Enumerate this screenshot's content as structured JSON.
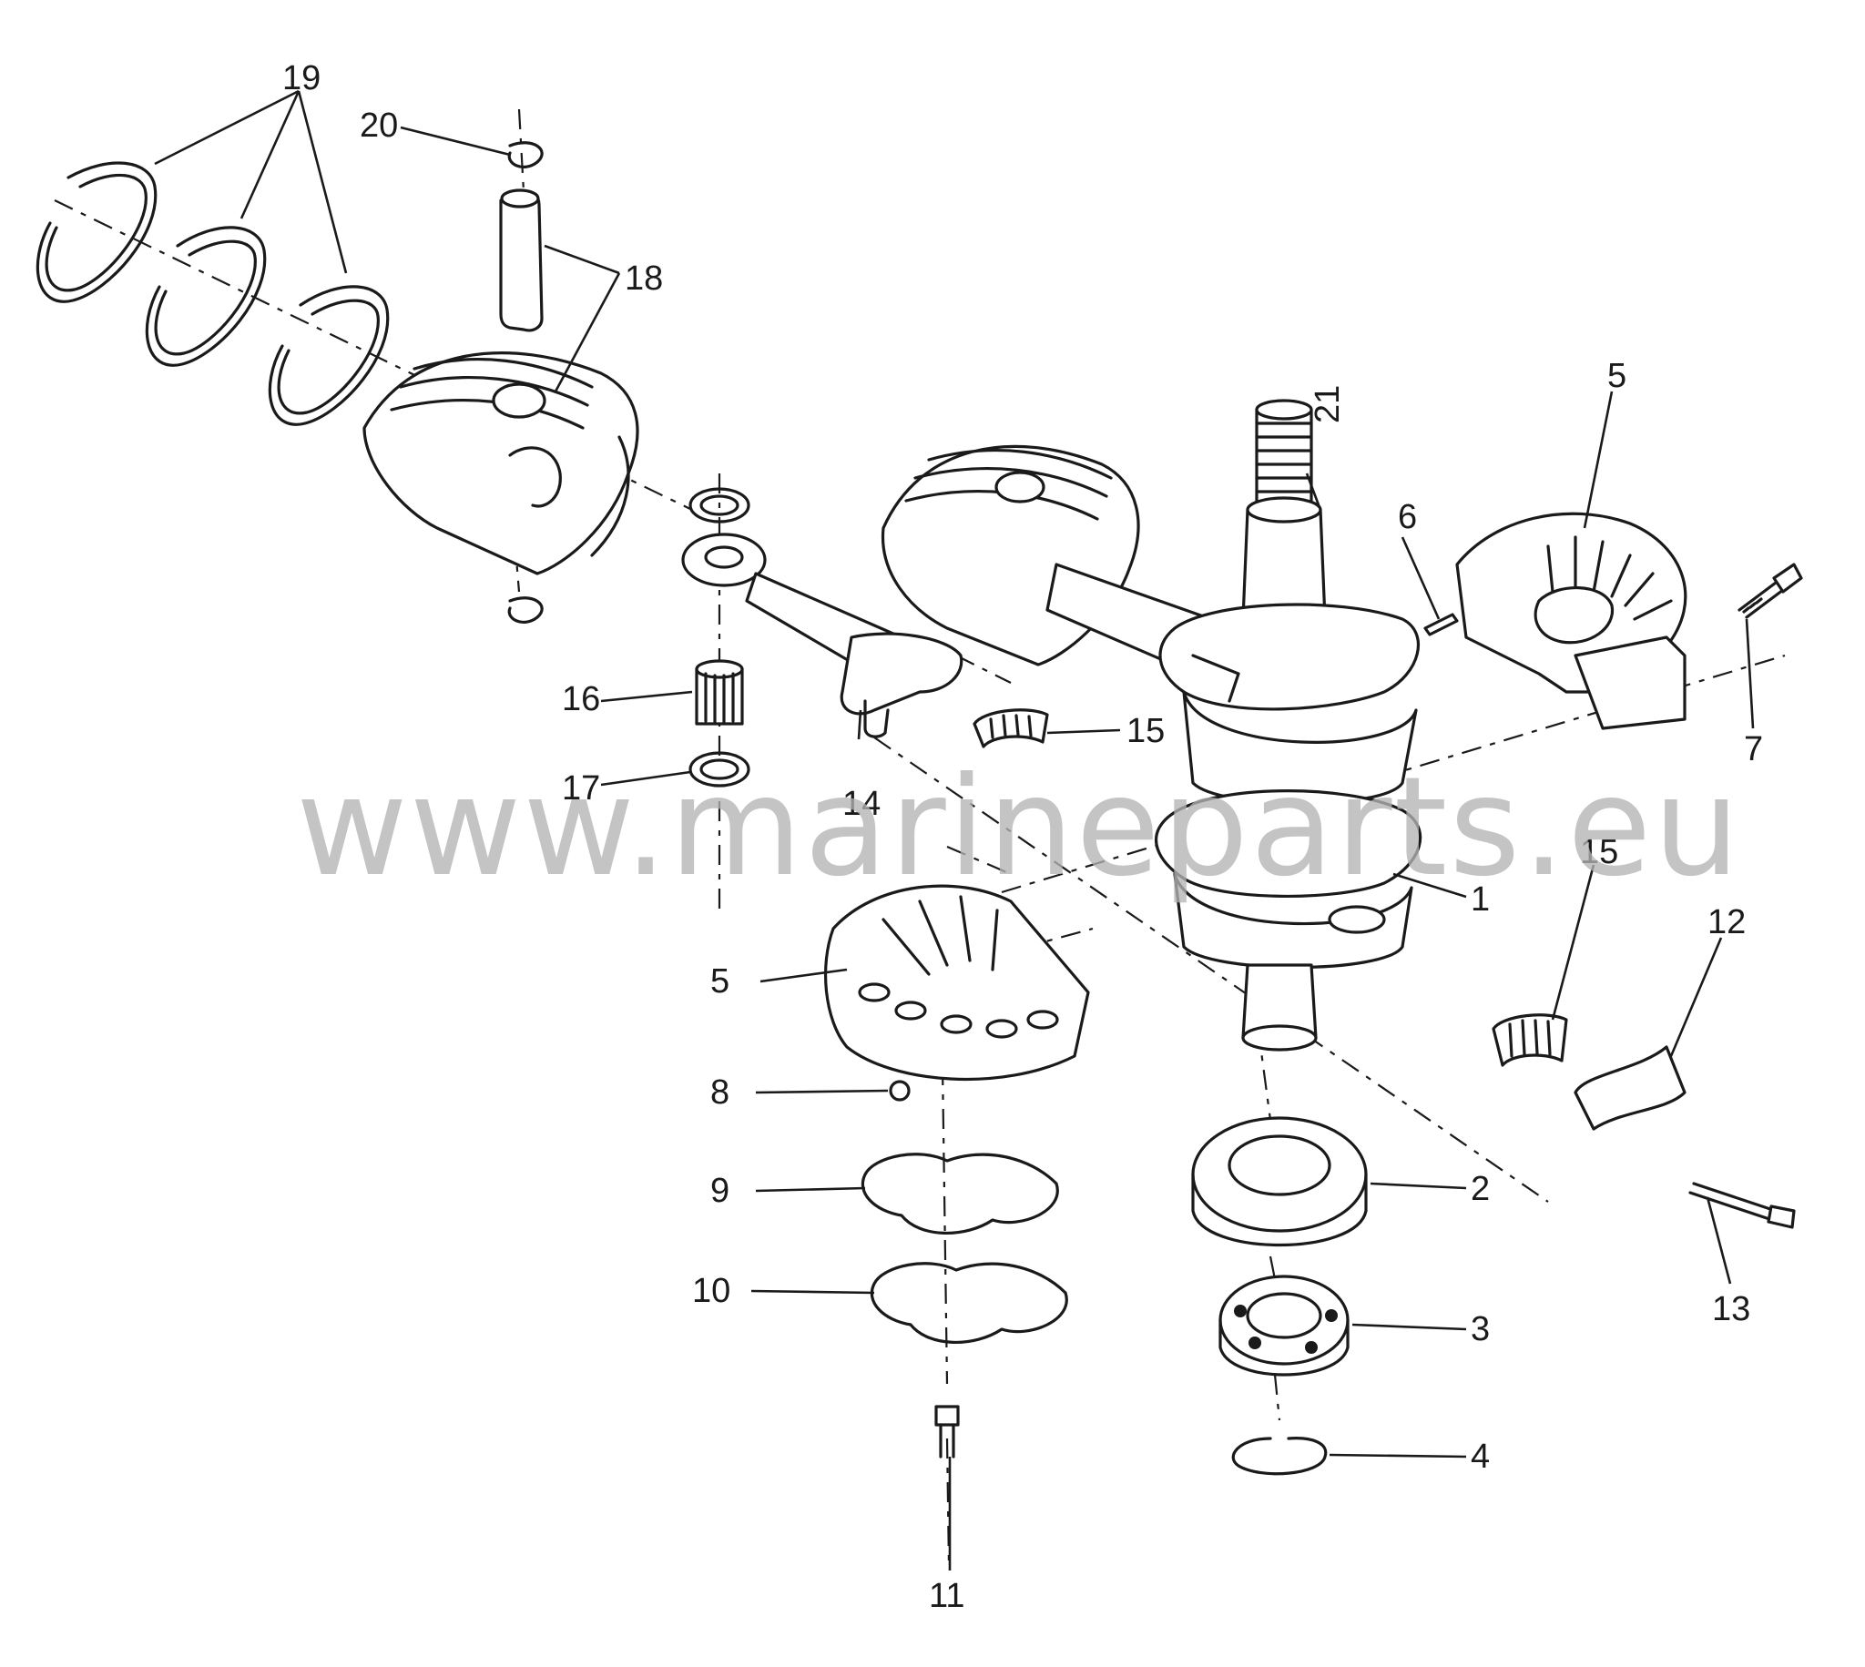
{
  "watermark": "www.marineparts.eu",
  "callouts": [
    {
      "id": "1",
      "label": "1"
    },
    {
      "id": "2",
      "label": "2"
    },
    {
      "id": "3",
      "label": "3"
    },
    {
      "id": "4",
      "label": "4"
    },
    {
      "id": "5a",
      "label": "5"
    },
    {
      "id": "5b",
      "label": "5"
    },
    {
      "id": "6",
      "label": "6"
    },
    {
      "id": "7",
      "label": "7"
    },
    {
      "id": "8",
      "label": "8"
    },
    {
      "id": "9",
      "label": "9"
    },
    {
      "id": "10",
      "label": "10"
    },
    {
      "id": "11",
      "label": "11"
    },
    {
      "id": "12",
      "label": "12"
    },
    {
      "id": "13",
      "label": "13"
    },
    {
      "id": "14",
      "label": "14"
    },
    {
      "id": "15a",
      "label": "15"
    },
    {
      "id": "15b",
      "label": "15"
    },
    {
      "id": "16",
      "label": "16"
    },
    {
      "id": "17",
      "label": "17"
    },
    {
      "id": "18",
      "label": "18"
    },
    {
      "id": "19",
      "label": "19"
    },
    {
      "id": "20",
      "label": "20"
    },
    {
      "id": "21",
      "label": "21"
    }
  ]
}
